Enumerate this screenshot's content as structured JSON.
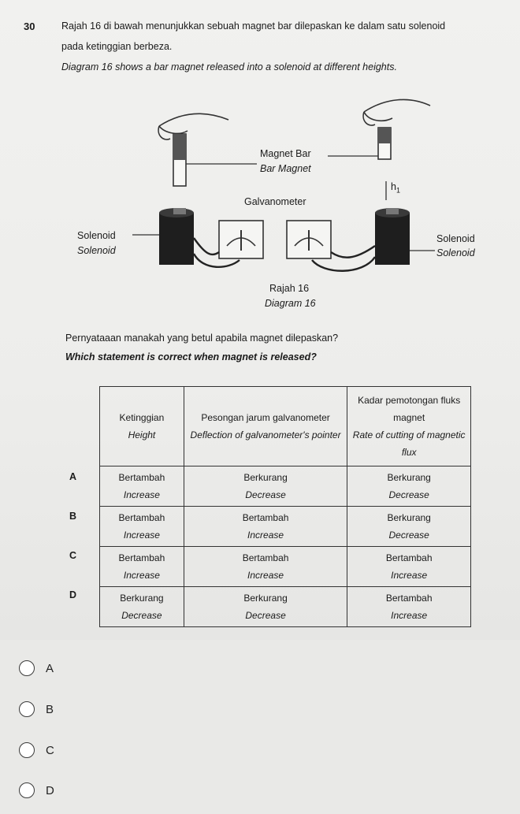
{
  "question": {
    "number": "30",
    "line1_ms": "Rajah 16 di bawah menunjukkan sebuah magnet bar dilepaskan ke dalam satu solenoid",
    "line2_ms": "pada ketinggian berbeza.",
    "line3_en": "Diagram 16 shows a bar magnet released into a solenoid at different heights.",
    "prompt_ms": "Pernyataaan manakah yang betul apabila magnet dilepaskan?",
    "prompt_en": "Which statement is correct when magnet is released?"
  },
  "diagram": {
    "magnet_ms": "Magnet Bar",
    "magnet_en": "Bar Magnet",
    "galvanometer": "Galvanometer",
    "solenoid_ms": "Solenoid",
    "solenoid_en": "Solenoid",
    "h1": "h",
    "h1_sub": "1",
    "caption_ms": "Rajah 16",
    "caption_en": "Diagram 16"
  },
  "table": {
    "headers": [
      {
        "ms": "Ketinggian",
        "en": "Height"
      },
      {
        "ms": "Pesongan jarum galvanometer",
        "en": "Deflection of galvanometer's pointer"
      },
      {
        "ms": "Kadar pemotongan fluks magnet",
        "en": "Rate of cutting of magnetic flux"
      }
    ],
    "rows": [
      {
        "letter": "A",
        "cells": [
          {
            "ms": "Bertambah",
            "en": "Increase"
          },
          {
            "ms": "Berkurang",
            "en": "Decrease"
          },
          {
            "ms": "Berkurang",
            "en": "Decrease"
          }
        ]
      },
      {
        "letter": "B",
        "cells": [
          {
            "ms": "Bertambah",
            "en": "Increase"
          },
          {
            "ms": "Bertambah",
            "en": "Increase"
          },
          {
            "ms": "Berkurang",
            "en": "Decrease"
          }
        ]
      },
      {
        "letter": "C",
        "cells": [
          {
            "ms": "Bertambah",
            "en": "Increase"
          },
          {
            "ms": "Bertambah",
            "en": "Increase"
          },
          {
            "ms": "Bertambah",
            "en": "Increase"
          }
        ]
      },
      {
        "letter": "D",
        "cells": [
          {
            "ms": "Berkurang",
            "en": "Decrease"
          },
          {
            "ms": "Berkurang",
            "en": "Decrease"
          },
          {
            "ms": "Bertambah",
            "en": "Increase"
          }
        ]
      }
    ]
  },
  "choices": [
    "A",
    "B",
    "C",
    "D"
  ]
}
